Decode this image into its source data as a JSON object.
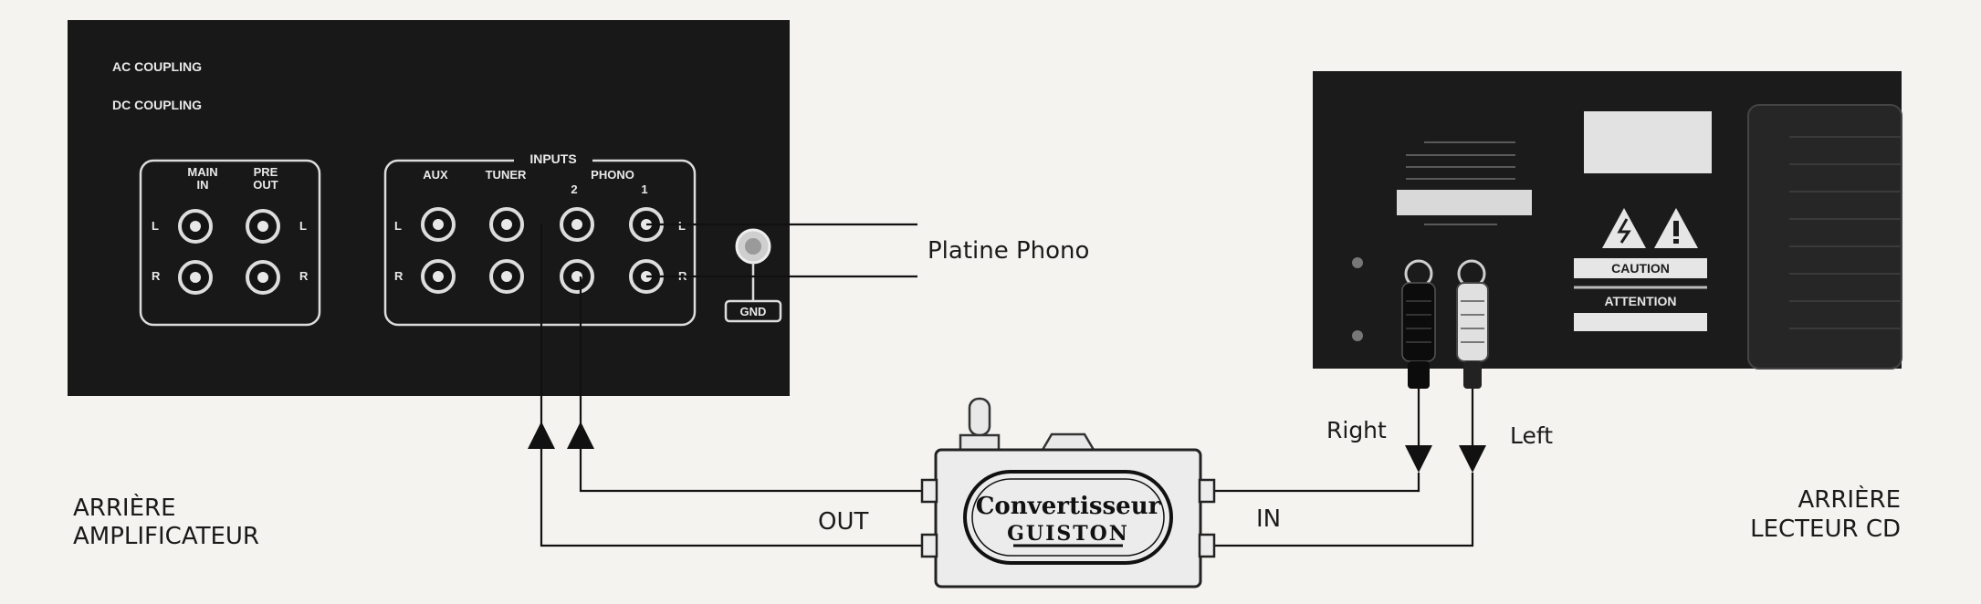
{
  "amplifier": {
    "coupling": [
      "AC COUPLING",
      "DC COUPLING"
    ],
    "main_in": "MAIN\nIN",
    "pre_out": "PRE\nOUT",
    "inputs_title": "INPUTS",
    "inputs": [
      "AUX",
      "TUNER",
      "PHONO"
    ],
    "phono_channels": [
      "2",
      "1"
    ],
    "channel_left": "L",
    "channel_right": "R",
    "gnd": "GND",
    "caption_line1": "ARRIÈRE",
    "caption_line2": "AMPLIFICATEUR"
  },
  "cd_player": {
    "caution": "CAUTION",
    "attention": "ATTENTION",
    "caption_line1": "ARRIÈRE",
    "caption_line2": "LECTEUR CD"
  },
  "labels": {
    "platine": "Platine  Phono",
    "out": "OUT",
    "in": "IN",
    "right": "Right",
    "left": "Left"
  },
  "converter": {
    "line1": "Convertisseur",
    "line2": "GUISTON"
  }
}
